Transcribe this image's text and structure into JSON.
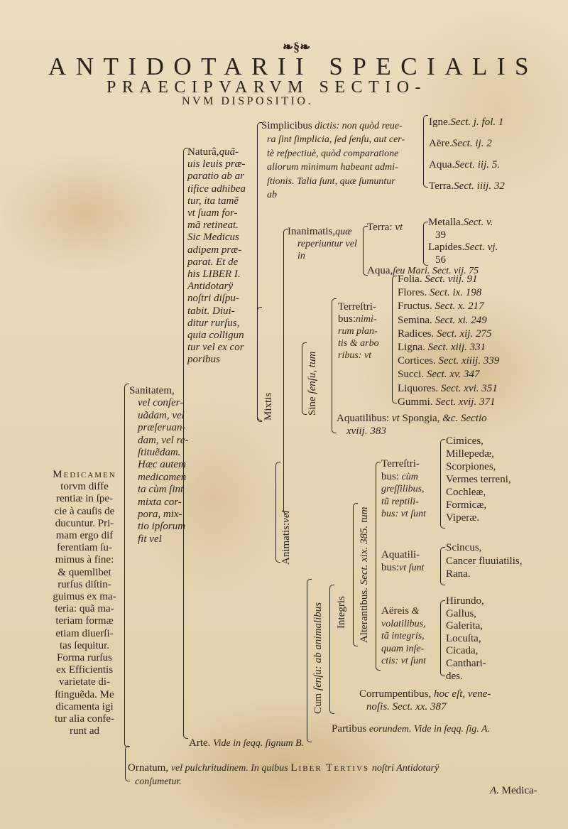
{
  "header": {
    "ornament": "❧§❧",
    "title": "ANTIDOTARII SPECIALIS",
    "subtitle": "PRAECIPVARVM SECTIO-",
    "subtitle2": "NVM DISPOSITIO."
  },
  "medicamentorum": {
    "lead": "Medicamen",
    "lines": [
      "torvm diffe",
      "rentiæ in ſpe-",
      "cie à cauſis de",
      "ducuntur. Pri-",
      "mam ergo dif",
      "ferentiam ſu-",
      "mimus à fine:",
      "& quemlibet",
      "rurſus diſtin-",
      "guimus ex ma-",
      "teria: quã ma-",
      "teriam formæ",
      "etiam diuerſi-",
      "tas ſequitur.",
      "Forma rurſus",
      "ex Efficientis",
      "varietate di-",
      "ſtinguẽda. Me",
      "dicamenta igi",
      "tur alia confe-",
      "runt ad"
    ]
  },
  "sanitatem": {
    "lead": "Sanitatem,",
    "lines": [
      "vel conſer-",
      "uãdam, vel",
      "præſeruan-",
      "dam, vel re-",
      "ſtituẽdam.",
      "Hæc autem",
      "medicamen",
      "ta cùm ſint",
      "mixta cor-",
      "pora, mix-",
      "tio ipſorum",
      "fit vel"
    ]
  },
  "natura": {
    "lead": "Naturâ,",
    "lead_it": "quã-",
    "lines": [
      "uis leuis præ-",
      "paratio ab ar",
      "tifice adhibea",
      "tur, ita tamẽ",
      "vt ſuam for-",
      "mã retineat.",
      "Sic Medicus",
      "adipem præ-",
      "parat. Et de",
      "his LIBER I.",
      "Antidotarÿ",
      "noſtri diſpu-",
      "tabit. Diui-",
      "ditur rurſus,",
      "quia colligun",
      "tur vel ex cor",
      "poribus"
    ]
  },
  "simplicibus": {
    "lead": "Simplicibus",
    "lead_it": "dictis: non quòd reue-",
    "lines": [
      "ra ſint ſimplicia, ſed ſenſu, aut cer-",
      "tè reſpectiuè, quòd comparatione",
      "aliorum minimum habeant admi-",
      "ſtionis. Talia ſunt, quæ ſumuntur",
      "ab"
    ]
  },
  "elements": [
    {
      "name": "Igne.",
      "ref": "Sect. j. fol. 1"
    },
    {
      "name": "Aëre.",
      "ref": "Sect. ij. 2"
    },
    {
      "name": "Aqua.",
      "ref": "Sect. iij. 5."
    },
    {
      "name": "Terra.",
      "ref": "Sect. iiij. 32"
    }
  ],
  "mixtis": "Mixtis",
  "inanimatis": {
    "lead": "Inanimatis,",
    "lead_it": "quæ",
    "lines": [
      "reperiuntur vel",
      "in"
    ]
  },
  "terra_vt": {
    "name": "Terra:",
    "it": "vt"
  },
  "minerals": [
    {
      "name": "Metalla.",
      "ref": "Sect. v.",
      "page": "39"
    },
    {
      "name": "Lapides.",
      "ref": "Sect. vj.",
      "page": "56"
    }
  ],
  "aqua_mari": {
    "name": "Aqua,",
    "it": "ſeu Mari. Sect. vij. 75"
  },
  "sine_sensu": {
    "name": "Sine",
    "it": "ſenſu, tum"
  },
  "terrestribus_plants": {
    "lead": "Terreſtri-",
    "line2": "bus:",
    "line2_it": "nimi-",
    "lines": [
      "rum plan-",
      "tis & arbo",
      "ribus: vt"
    ]
  },
  "plants": [
    {
      "name": "Folia.",
      "ref": "Sect. viij. 91"
    },
    {
      "name": "Flores.",
      "ref": "Sect. ix. 198"
    },
    {
      "name": "Fructus.",
      "ref": "Sect. x. 217"
    },
    {
      "name": "Semina.",
      "ref": "Sect. xi. 249"
    },
    {
      "name": "Radices.",
      "ref": "Sect. xij. 275"
    },
    {
      "name": "Ligna.",
      "ref": "Sect. xiij. 331"
    },
    {
      "name": "Cortices.",
      "ref": "Sect. xiiij. 339"
    },
    {
      "name": "Succi.",
      "ref": "Sect. xv. 347"
    },
    {
      "name": "Liquores.",
      "ref": "Sect. xvi. 351"
    },
    {
      "name": "Gummi.",
      "ref": "Sect. xvij. 371"
    }
  ],
  "aquatilibus_plants": {
    "name": "Aquatilibus:",
    "it": "vt",
    "rest": "Spongia,",
    "it2": "&c. Sectio",
    "line2": "xviij. 383"
  },
  "animatis": {
    "name": "Animatis:",
    "it": "vel"
  },
  "cum_sensu": {
    "name": "Cum",
    "it": "ſenſu: ab animalibus"
  },
  "integris": "Integris",
  "alterantibus": {
    "name": "Alterantibus.",
    "it": "Sect. xix. 385. tum"
  },
  "terrestribus_animals": {
    "lead": "Terreſtri-",
    "line2": "bus:",
    "line2_it": "cùm",
    "lines": [
      "greſſilibus,",
      "tũ reptili-",
      "bus: vt ſunt"
    ]
  },
  "land_animals": [
    "Cimices,",
    "Millepedæ,",
    "Scorpiones,",
    "Vermes terreni,",
    "Cochleæ,",
    "Formicæ,",
    "Viperæ."
  ],
  "aquatilibus_animals": {
    "lead": "Aquatili-",
    "line2": "bus:",
    "line2_it": "vt ſunt"
  },
  "water_animals": [
    "Scincus,",
    "Cancer fluuiatilis,",
    "Rana."
  ],
  "aereis": {
    "lead": "Aëreis",
    "lead_it": "&",
    "lines": [
      "volatilibus,",
      "tã integris,",
      "quam inſe-",
      "ctis: vt ſunt"
    ]
  },
  "air_animals": [
    "Hirundo,",
    "Gallus,",
    "Galerita,",
    "Locuſta,",
    "Cicada,",
    "Canthari-",
    "des."
  ],
  "corrumpentibus": {
    "name": "Corrumpentibus,",
    "it": "hoc eſt, vene-",
    "line2": "noſis. Sect. xx. 387"
  },
  "partibus": {
    "name": "Partibus",
    "it": "eorundem. Vide in ſeqq. ſig. A."
  },
  "arte": {
    "name": "Arte.",
    "it": "Vide in ſeqq. ſignum B."
  },
  "ornatum": {
    "name": "Ornatum,",
    "it": "vel pulchritudinem. In quibus",
    "liber": "Liber Tertivs",
    "it2": "noſtri Antidotarÿ",
    "line2": "conſumetur."
  },
  "catchword": {
    "sig": "A.",
    "word": "Medica-"
  }
}
